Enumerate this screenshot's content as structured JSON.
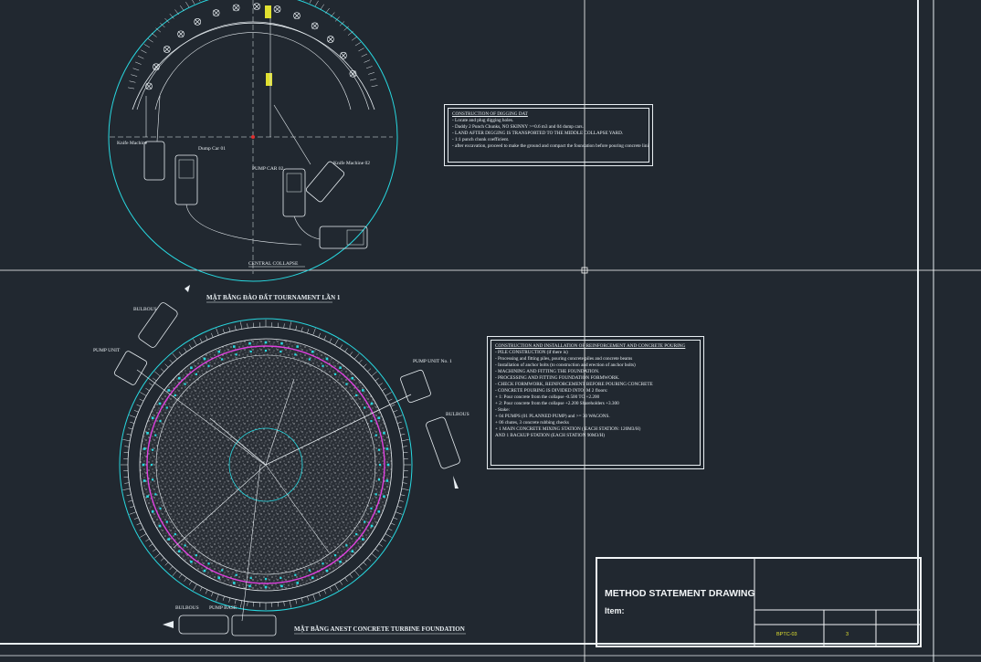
{
  "colors": {
    "background": "#212830",
    "line": "#e8eef2",
    "cyan": "#28d8e0",
    "magenta": "#e040e0",
    "red": "#e03030",
    "yellow": "#e0e030"
  },
  "plan_top": {
    "title": "MẶT BẰNG ĐÀO ĐẤT TOURNAMENT LẦN 1",
    "labels": {
      "knife_machine_1": "Knife Machine",
      "dump_car": "Dump Car 01",
      "pump_car": "PUMP CAR 02",
      "knife_machine_2": "Knife Machine 02",
      "central_collapse": "CENTRAL COLLAPSE"
    }
  },
  "plan_bottom": {
    "title": "MẶT BẰNG ANEST CONCRETE TURBINE FOUNDATION",
    "labels": {
      "bulbous_top": "BULBOUS",
      "pump_unit_left": "PUMP UNIT",
      "pump_unit_right": "PUMP UNIT No. 1",
      "bulbous_right": "BULBOUS",
      "bulbous_bottom": "BULBOUS",
      "pump_bottom": "PUMP BASE"
    }
  },
  "note_digging": {
    "title": "CONSTRUCTION OF DIGGING DAT",
    "lines": [
      "- Locate and plug digging holes.",
      "- Daddy 2 Punch Chunks, NO SKINNY >=0.6 m3 and 04 dump cars.",
      "- LAND AFTER DIGGING IS TRANSPORTED TO THE MIDDLE COLLAPSE YARD.",
      "- 1:1 punch chunk coefficient.",
      "- after excavation, proceed to make the ground and compact the foundation before pouring concrete lining."
    ]
  },
  "note_concrete": {
    "title": "CONSTRUCTION AND INSTALLATION OF REINFORCEMENT AND CONCRETE POURING",
    "lines": [
      "- PILE CONSTRUCTION (if there is)",
      "- Processing and fitting piles, pouring concrete piles and concrete beams",
      "- Installation of anchor bolts (to construction and erection of anchor bolts)",
      "- MACHINING AND FITTING THE FOUNDATION.",
      "- PROCESSING AND FITTING FOUNDATION FORMWORK.",
      "- CHECK FORMWORK, REINFORCEMENT BEFORE POURING CONCRETE",
      "- CONCRETE POURING IS DIVIDED INTO: M 2 floors:",
      "+ 1: Pour concrete from the collapse -0.500 TO +2.200",
      "+ 2: Pour concrete from the collapse +2.200 Shareholders +3.300",
      "- Stake:",
      "+ 04 PUMPS (01 PLANNED PUMP) and >= 30 WAGONS.",
      "+ 06 chutes, 3 concrete rubbing checks",
      "+ 1 MAIN CONCRETE MIXING STATION ( EACH STATION: 120M3/H)",
      "  AND 1 BACKUP STATION (EACH STATION 90M3/H)"
    ]
  },
  "title_block": {
    "main": "METHOD STATEMENT DRAWING",
    "item": "Item:",
    "code": "BPTC-03",
    "page": "3"
  }
}
